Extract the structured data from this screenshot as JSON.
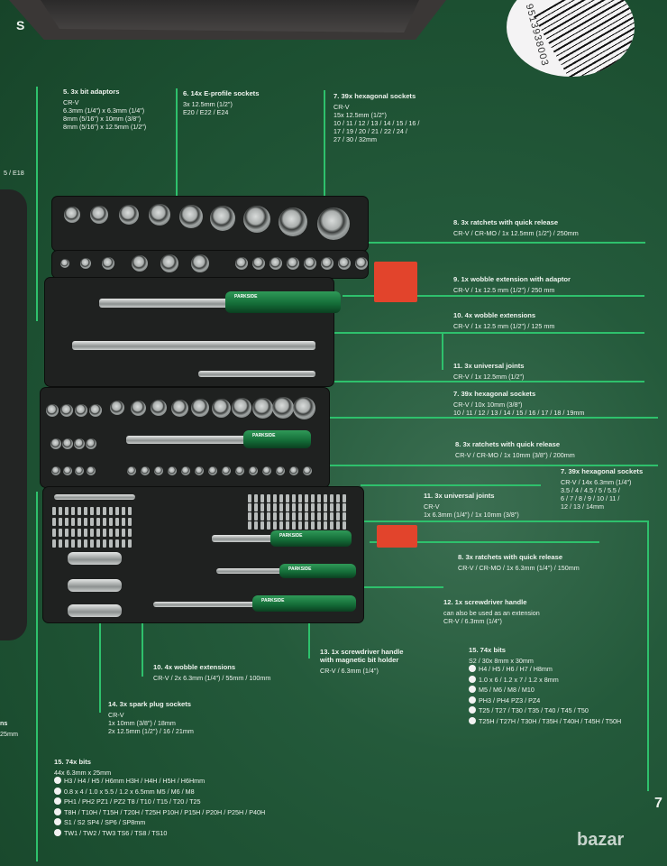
{
  "corner_letter": "S",
  "left_fragments": [
    "5 / E18",
    "ns",
    "25mm"
  ],
  "barcode_digits": "9513938003",
  "brand": "PARKSIDE",
  "page_number": "7",
  "watermark": "bazar",
  "colors": {
    "background": "#1f5634",
    "accent_line": "#2ec16c",
    "tray": "#1f2120",
    "handle": "#1a7a3f",
    "clip": "#e2442c"
  },
  "sections": [
    {
      "title": "5. 3x bit adaptors",
      "lines": [
        "CR-V",
        "6.3mm (1/4\") x 6.3mm (1/4\")",
        "8mm (5/16\") x 10mm (3/8\")",
        "8mm (5/16\") x 12.5mm (1/2\")"
      ]
    },
    {
      "title": "6. 14x E-profile sockets",
      "lines": [
        "3x 12.5mm (1/2\")",
        "E20 / E22 / E24"
      ]
    },
    {
      "title": "7. 39x hexagonal sockets",
      "lines": [
        "CR-V",
        "15x 12.5mm (1/2\")",
        "10 / 11 / 12 / 13 / 14 / 15 / 16 /",
        "17 / 19 / 20 / 21 / 22 / 24 /",
        "27 / 30 / 32mm"
      ]
    },
    {
      "title": "8. 3x ratchets with quick release",
      "lines": [
        "CR-V / CR-MO / 1x 12.5mm (1/2\") / 250mm"
      ]
    },
    {
      "title": "9. 1x wobble extension with adaptor",
      "lines": [
        "CR-V / 1x 12.5 mm (1/2\") / 250 mm"
      ]
    },
    {
      "title": "10. 4x wobble extensions",
      "lines": [
        "CR-V / 1x 12.5 mm (1/2\") / 125 mm"
      ]
    },
    {
      "title": "11. 3x universal joints",
      "lines": [
        "CR-V / 1x 12.5mm (1/2\")"
      ]
    },
    {
      "title": "7. 39x hexagonal sockets",
      "lines": [
        "CR-V / 10x 10mm (3/8\")",
        "10 / 11 / 12 / 13 / 14 / 15 / 16 / 17 / 18 / 19mm"
      ]
    },
    {
      "title": "8. 3x ratchets with quick release",
      "lines": [
        "CR-V / CR-MO / 1x 10mm (3/8\") / 200mm"
      ]
    },
    {
      "title": "7. 39x hexagonal sockets",
      "lines": [
        "CR-V / 14x 6.3mm (1/4\")",
        "3.5 / 4 / 4.5 / 5 / 5.5 /",
        "6 / 7 / 8 / 9 / 10 / 11 /",
        "12 / 13 / 14mm"
      ]
    },
    {
      "title": "11. 3x universal joints",
      "lines": [
        "CR-V",
        "1x 6.3mm (1/4\") / 1x 10mm (3/8\")"
      ]
    },
    {
      "title": "8. 3x ratchets with quick release",
      "lines": [
        "CR-V / CR-MO / 1x 6.3mm (1/4\") / 150mm"
      ]
    },
    {
      "title": "12. 1x screwdriver handle",
      "lines": [
        "can also be used as an extension",
        "CR-V / 6.3mm (1/4\")"
      ]
    },
    {
      "title": "15. 74x bits",
      "lines": [
        "S2 / 30x 8mm x 30mm",
        "H4 / H5 / H6 / H7 / H8mm",
        "1.0 x 6 / 1.2 x 7 / 1.2 x 8mm",
        "M5 / M6 / M8 / M10",
        "PH3 / PH4  PZ3 / PZ4",
        "T25 / T27 / T30 / T35 / T40 / T45 / T50",
        "T25H / T27H / T30H / T35H / T40H / T45H / T50H"
      ]
    },
    {
      "title": "10. 4x wobble extensions",
      "lines": [
        "CR-V / 2x 6.3mm (1/4\") / 55mm / 100mm"
      ]
    },
    {
      "title": "13. 1x screwdriver handle\nwith magnetic bit holder",
      "lines": [
        "CR-V / 6.3mm (1/4\")"
      ]
    },
    {
      "title": "14. 3x spark plug sockets",
      "lines": [
        "CR-V",
        "1x 10mm (3/8\") / 18mm",
        "2x 12.5mm (1/2\") / 16 / 21mm"
      ]
    },
    {
      "title": "15. 74x bits",
      "lines": [
        "44x 6.3mm x 25mm",
        "H3 / H4 / H5 / H6mm  H3H / H4H / H5H / H6Hmm",
        "0.8 x 4 / 1.0 x 5.5 / 1.2 x 6.5mm  M5 / M6 / M8",
        "PH1 / PH2  PZ1 / PZ2  T8 / T10 / T15 / T20 / T25",
        "T8H / T10H / T15H / T20H / T25H  P10H / P15H / P20H / P25H / P40H",
        "S1 / S2  SP4 / SP6 / SP8mm",
        "TW1 / TW2 / TW3  TS6 / TS8 / TS10"
      ]
    }
  ]
}
